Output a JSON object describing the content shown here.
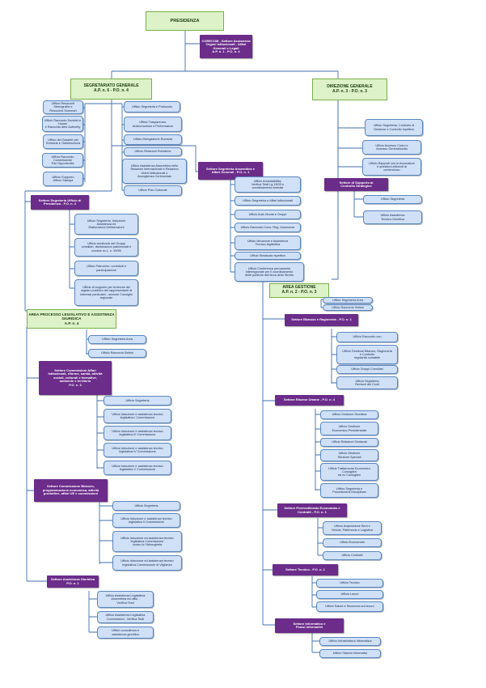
{
  "presidenza": {
    "title": "PRESIDENZA"
  },
  "corecom": "CORECOM - Settore Assistenza\nOrgani Istituzionali - Affari\nGenerali e Legali\nA.P. n. 1 - P.O. n. 4",
  "segretariato": {
    "title": "SEGRETARIATO GENERALE",
    "sub": "A.P. n. 6 - P.O. n. 4",
    "left_offices": [
      "Ufficio Resoconti Stenografici e\nResoconti Sommari",
      "Ufficio Raccordo Società in House\ne Raccordo altre Authority",
      "Ufficio del Garante per\nl'Infanzia e l'Adolescenza",
      "Ufficio Raccordo Commissione\nPari Opportunità",
      "Ufficio Supporto\nUfficio Stampa"
    ],
    "right_offices": [
      "Ufficio Segreteria e Protocollo",
      "Ufficio Trasparenza,\nAnticorruzione e Performance",
      "Ufficio Delegazione Romana",
      "Ufficio Relazioni Pubbliche",
      "Ufficio Assistenza Assemblea nelle\nRelazioni Internazionali e Relazioni\nUtenti Istituzionali e\nAccoglienza Cerimoniale",
      "Ufficio Polo Culturale"
    ]
  },
  "settore_segreteria_ufficio_presidenza": {
    "title": "Settore Segreteria Ufficio di\nPresidenza - P.O. n. 2",
    "offices": [
      "Ufficio Segreteria, Istruzione\nAssistenza ed\nElaborazioni Deliberazioni",
      "Ufficio rendiconti dei Gruppi\nconsiliari, dichiarazioni patrimoniali e\nnomine ex L. n. 39/95",
      "Ufficio Patrocinio, contributi e\npartecipazione",
      "Ufficio di supporto per la tenuta del\nregistro pubblico dei rappresentanti di\ninteressi particolari - sezione Consiglio\nregionale"
    ]
  },
  "area_processo": {
    "title": "AREA PROCESSO LEGISLATIVO E ASSISTENZA\nGIURIDICA",
    "sub": "A.P. n. 4",
    "offices": [
      "Ufficio Segreteria Area",
      "Ufficio Raccordo Settori"
    ]
  },
  "settore_commissioni_affari": {
    "title": "Settore Commissioni Affari\nIstituzionali, riforme, sanità, attività\nsociali, culturali e formative,\nambiente e territorio\nP.O. n. 3",
    "offices": [
      "Ufficio Segreteria",
      "Ufficio Istruzione e assistenza tecnico\nlegislativa I Commissione",
      "Ufficio Istruzione e assistenza tecnico\nlegislativa III Commissione",
      "Ufficio Istruzione e assistenza tecnico\nlegislativa IV Commissione",
      "Ufficio Istruzione e assistenza tecnico\nlegislativa V Commissione"
    ]
  },
  "settore_commissione_bilancio": {
    "title": "Settore Commissione Bilancio,\nprogrammazione economica, attività\nproduttive, affari UE e commissioni",
    "offices": [
      "Ufficio Segreteria",
      "Ufficio Istruzione e assistenza tecnico\nlegislativa II Commissione",
      "Ufficio Istruzione ed assistenza tecnico\nlegislativa Commissione\ncontro la 'Ndrangheta",
      "Ufficio Istruzione ed assistenza tecnico\nlegislativa Commissione di Vigilanza"
    ]
  },
  "settore_assistenza_giuridica": {
    "title": "Settore Assistenza Giuridica\nP.O. n. 1",
    "offices": [
      "Ufficio Assistenza Legislativa\nAssemblea ed uffici -\nVerifica Testi",
      "Ufficio Assistenza Legislativa\nCommissioni - Verifica Testi",
      "Ufficio consulenza e\nassistenza giuridica"
    ]
  },
  "settore_segreteria_assemblea": {
    "title": "Settore Segreteria Assemblea e\nAffari Generali - P.O. n. 1",
    "offices": [
      "Ufficio Ammissibilità,\nVerifica Testi Lg 15/03 e\ncoordinamento formale",
      "Ufficio Segreteria e Affari Istituzionali",
      "Ufficio Aula Giunta e Gruppi",
      "Ufficio Raccordo Cons. Reg. Autonomie",
      "Ufficio Istruzione e Assistenza\nTecnico-legislativa",
      "Ufficio Sindacato Ispettivo",
      "Ufficio Conferenza permanente\ninterregionale per il coordinamento\ndelle politiche dell'Area dello Stretto"
    ]
  },
  "direzione": {
    "title": "DIREZIONE GENERALE",
    "sub": "A.P. n. 3 - P.O. n. 3",
    "offices": [
      "Ufficio Segreteria, Controllo di\nGestione e Controllo Ispettivo",
      "Ufficio Accesso Civico e\nAccesso Generalizzato",
      "Ufficio Rapporti con le Avvocature\ne questioni attinenti al\ncontenzioso"
    ]
  },
  "settore_supporto_controllo": {
    "title": "Settore di Supporto al\nControllo Strategico",
    "offices": [
      "Ufficio Segreteria",
      "Ufficio Assistenza\nTecnico-Giuridica"
    ]
  },
  "area_gestione": {
    "title": "AREA GESTIONE",
    "sub": "A.P. n. 2 - P.O. n. 3",
    "offices": [
      "Ufficio Segreteria Area",
      "Ufficio Raccordo Settori"
    ]
  },
  "settore_bilancio": {
    "title": "Settore Bilancio e Ragioneria - P.O. n. 1",
    "offices": [
      "Ufficio Raccordo con",
      "Ufficio Gestione Bilancio, Ragioneria\ne Controllo\nregolarità contabile",
      "Ufficio Gruppi Consiliari",
      "Ufficio Segreteria\nRevisori dei Conti"
    ]
  },
  "settore_risorse_umane": {
    "title": "Settore Risorse Umane - P.O. n. 4",
    "offices": [
      "Ufficio Gestione Giuridica",
      "Ufficio Gestione\nEconomico-Previdenziale",
      "Ufficio Relazioni Sindacali",
      "Ufficio Gestione\nStrutture Speciali",
      "Ufficio Trattamento Economico\nConsiglieri\ned ex Consiglieri",
      "Ufficio Segreteria e\nProcedimenti Disciplinari"
    ]
  },
  "settore_provveditorato": {
    "title": "Settore Provveditorato Economato e\nContratti - P.O. n. 1",
    "offices": [
      "Ufficio Acquisizione Beni e\nServizi, Patrimonio e Logistica",
      "Ufficio Economato",
      "Ufficio Contratti"
    ]
  },
  "settore_tecnico": {
    "title": "Settore Tecnico - P.O. n. 1",
    "offices": [
      "Ufficio Tecnico",
      "Ufficio Lavori",
      "Ufficio Salute e Sicurezza sul lavoro"
    ]
  },
  "settore_informatico": {
    "title": "Settore Informatico e\nFlussi Informativi",
    "offices": [
      "Ufficio Infrastruttura Informatica",
      "Ufficio Sistemi Informativi"
    ]
  }
}
